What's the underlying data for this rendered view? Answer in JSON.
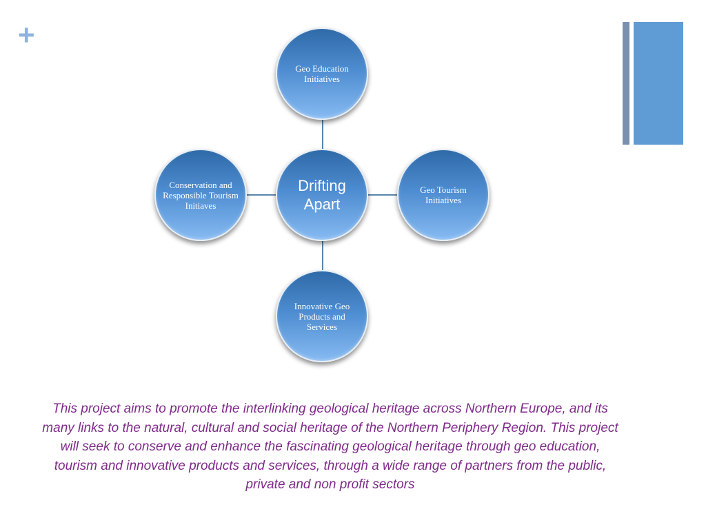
{
  "diagram": {
    "center": {
      "label": "Drifting Apart"
    },
    "nodes": {
      "top": {
        "label": "Geo Education Initiatives"
      },
      "left": {
        "label": "Conservation and Responsible Tourism Initiaves"
      },
      "right": {
        "label": "Geo Tourism Initiatives"
      },
      "bottom": {
        "label": "Innovative Geo Products and Services"
      }
    }
  },
  "caption": "This project aims to promote the interlinking geological heritage across Northern Europe, and its many links to the natural, cultural and social heritage of the Northern Periphery Region.  This project will seek to conserve and enhance the fascinating geological heritage through geo education, tourism and innovative products and services, through a wide range of partners from the public, private and non profit sectors",
  "decorations": {
    "plus_glyph": "+",
    "accent_color": "#5f9bd4",
    "caption_color": "#7f2a8a"
  }
}
